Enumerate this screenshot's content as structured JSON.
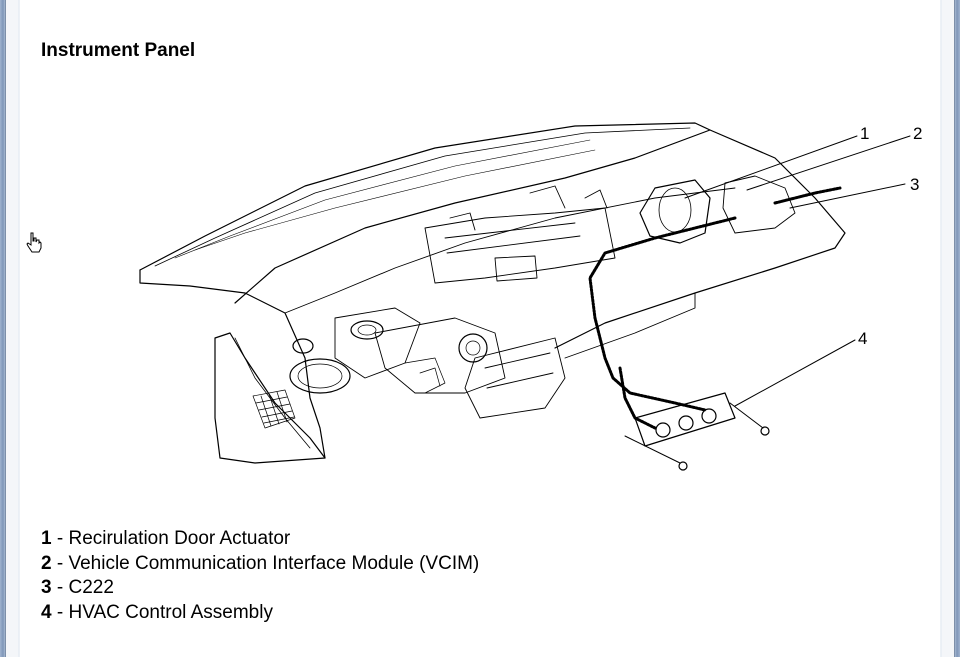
{
  "page": {
    "title": "Instrument Panel"
  },
  "callouts": [
    "1",
    "2",
    "3",
    "4"
  ],
  "legend": [
    {
      "num": "1",
      "sep": " - ",
      "text": "Recirulation Door Actuator"
    },
    {
      "num": "2",
      "sep": " - ",
      "text": "Vehicle Communication Interface Module (VCIM)"
    },
    {
      "num": "3",
      "sep": " - ",
      "text": "C222"
    },
    {
      "num": "4",
      "sep": " - ",
      "text": "HVAC Control Assembly"
    }
  ],
  "icons": {
    "cursor": "hand-pointer-icon"
  }
}
